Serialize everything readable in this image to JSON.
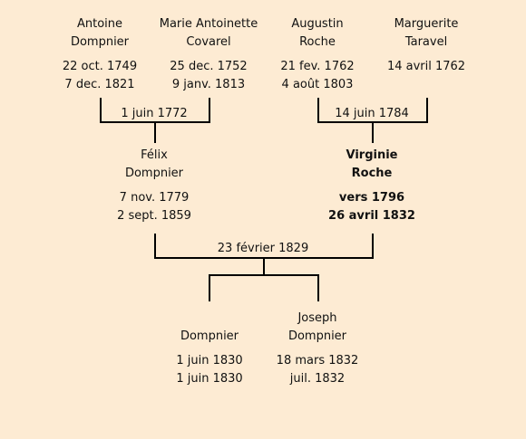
{
  "people": {
    "antoine": {
      "first": "Antoine",
      "last": "Dompnier",
      "birth": "22 oct. 1749",
      "death": "7 dec. 1821"
    },
    "marie": {
      "first": "Marie Antoinette",
      "last": "Covarel",
      "birth": "25 dec. 1752",
      "death": "9 janv. 1813"
    },
    "augustin": {
      "first": "Augustin",
      "last": "Roche",
      "birth": "21 fev. 1762",
      "death": "4 août 1803"
    },
    "marguerite": {
      "first": "Marguerite",
      "last": "Taravel",
      "birth": "14 avril 1762",
      "death": ""
    },
    "felix": {
      "first": "Félix",
      "last": "Dompnier",
      "birth": "7 nov. 1779",
      "death": "2 sept. 1859"
    },
    "virginie": {
      "first": "Virginie",
      "last": "Roche",
      "birth": "vers 1796",
      "death": "26 avril 1832"
    },
    "child1": {
      "first": "",
      "last": "Dompnier",
      "birth": "1 juin 1830",
      "death": "1 juin 1830"
    },
    "joseph": {
      "first": "Joseph",
      "last": "Dompnier",
      "birth": "18 mars 1832",
      "death": "juil. 1832"
    }
  },
  "marriages": {
    "m1": "1 juin 1772",
    "m2": "14 juin 1784",
    "m3": "23 février 1829"
  }
}
